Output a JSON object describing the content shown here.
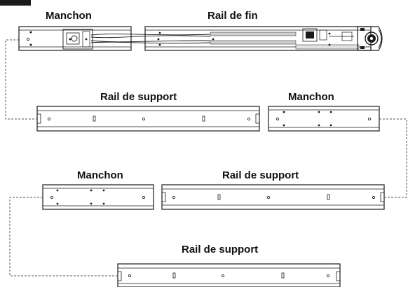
{
  "labels": {
    "top_sleeve": "Manchon",
    "end_rail": "Rail de fin",
    "support_rail_1": "Rail de support",
    "sleeve_2": "Manchon",
    "sleeve_3": "Manchon",
    "support_rail_2": "Rail de support",
    "support_rail_3": "Rail de support"
  },
  "colors": {
    "stroke": "#1a1a1a",
    "part_fill": "#ffffff",
    "shade": "#d9d9d9",
    "connector": "#555555"
  },
  "icons": {
    "end_unit": "motor-head-icon",
    "corner_tab": "corner-tab-icon"
  }
}
